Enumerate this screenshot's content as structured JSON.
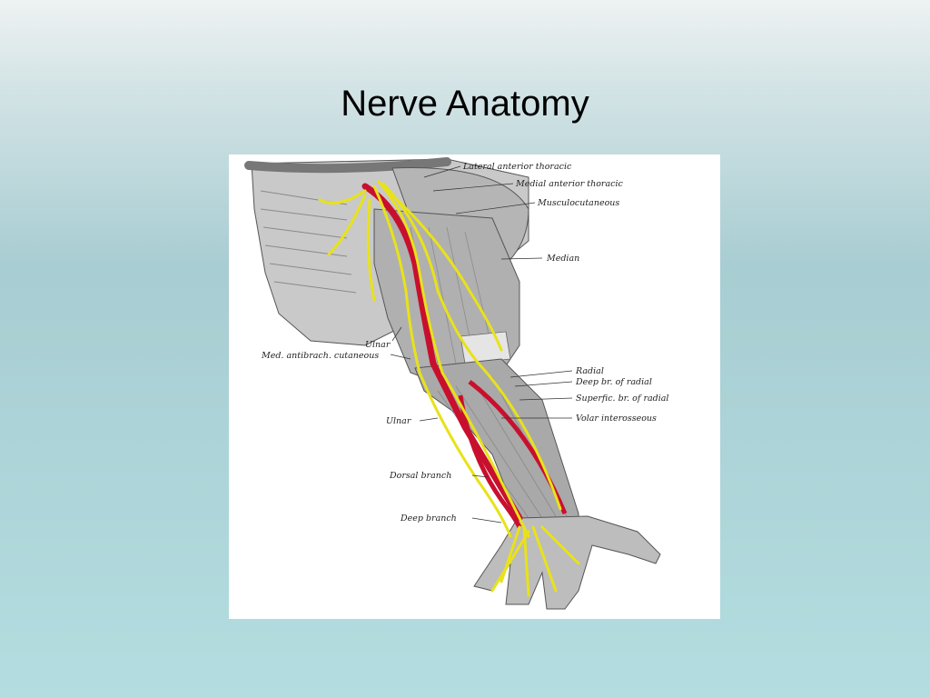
{
  "slide": {
    "title": "Nerve Anatomy"
  },
  "figure": {
    "labels": {
      "lateral_anterior_thoracic": "Lateral anterior thoracic",
      "medial_anterior_thoracic": "Medial anterior thoracic",
      "musculocutaneous": "Musculocutaneous",
      "median": "Median",
      "ulnar_upper": "Ulnar",
      "med_antibrach_cutaneous": "Med. antibrach. cutaneous",
      "radial": "Radial",
      "deep_br_radial": "Deep br. of radial",
      "superfic_br_radial": "Superfic. br. of radial",
      "volar_interosseous": "Volar interosseous",
      "ulnar_lower": "Ulnar",
      "dorsal_branch": "Dorsal branch",
      "deep_branch": "Deep branch"
    },
    "colors": {
      "nerve": "#e8e21a",
      "artery": "#c8102e",
      "muscle": "#9a9a9a"
    }
  }
}
